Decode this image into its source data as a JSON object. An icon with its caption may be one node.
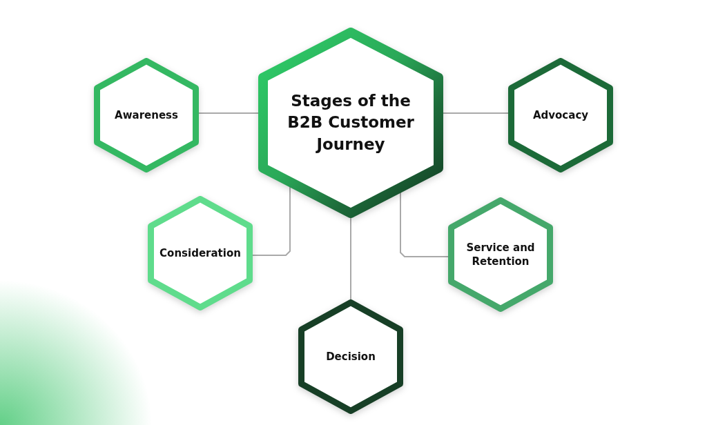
{
  "diagram": {
    "nodes": [
      {
        "text": [
          "Stages of the B2B Customer Journey"
        ]
      },
      {
        "text": [
          "Awareness"
        ]
      },
      {
        "text": [
          "Advocacy"
        ]
      },
      {
        "text": [
          "Consideration"
        ]
      },
      {
        "text": [
          "Service and Retention"
        ]
      },
      {
        "text": [
          "Decision"
        ]
      }
    ],
    "edges": [
      {
        "from": 1,
        "to": 0,
        "arrow": "none"
      },
      {
        "from": 0,
        "to": 2,
        "arrow": "none"
      },
      {
        "from": 0,
        "to": 3,
        "arrow": "none"
      },
      {
        "from": 0,
        "to": 4,
        "arrow": "none"
      },
      {
        "from": 0,
        "to": 5,
        "arrow": "none"
      }
    ]
  }
}
